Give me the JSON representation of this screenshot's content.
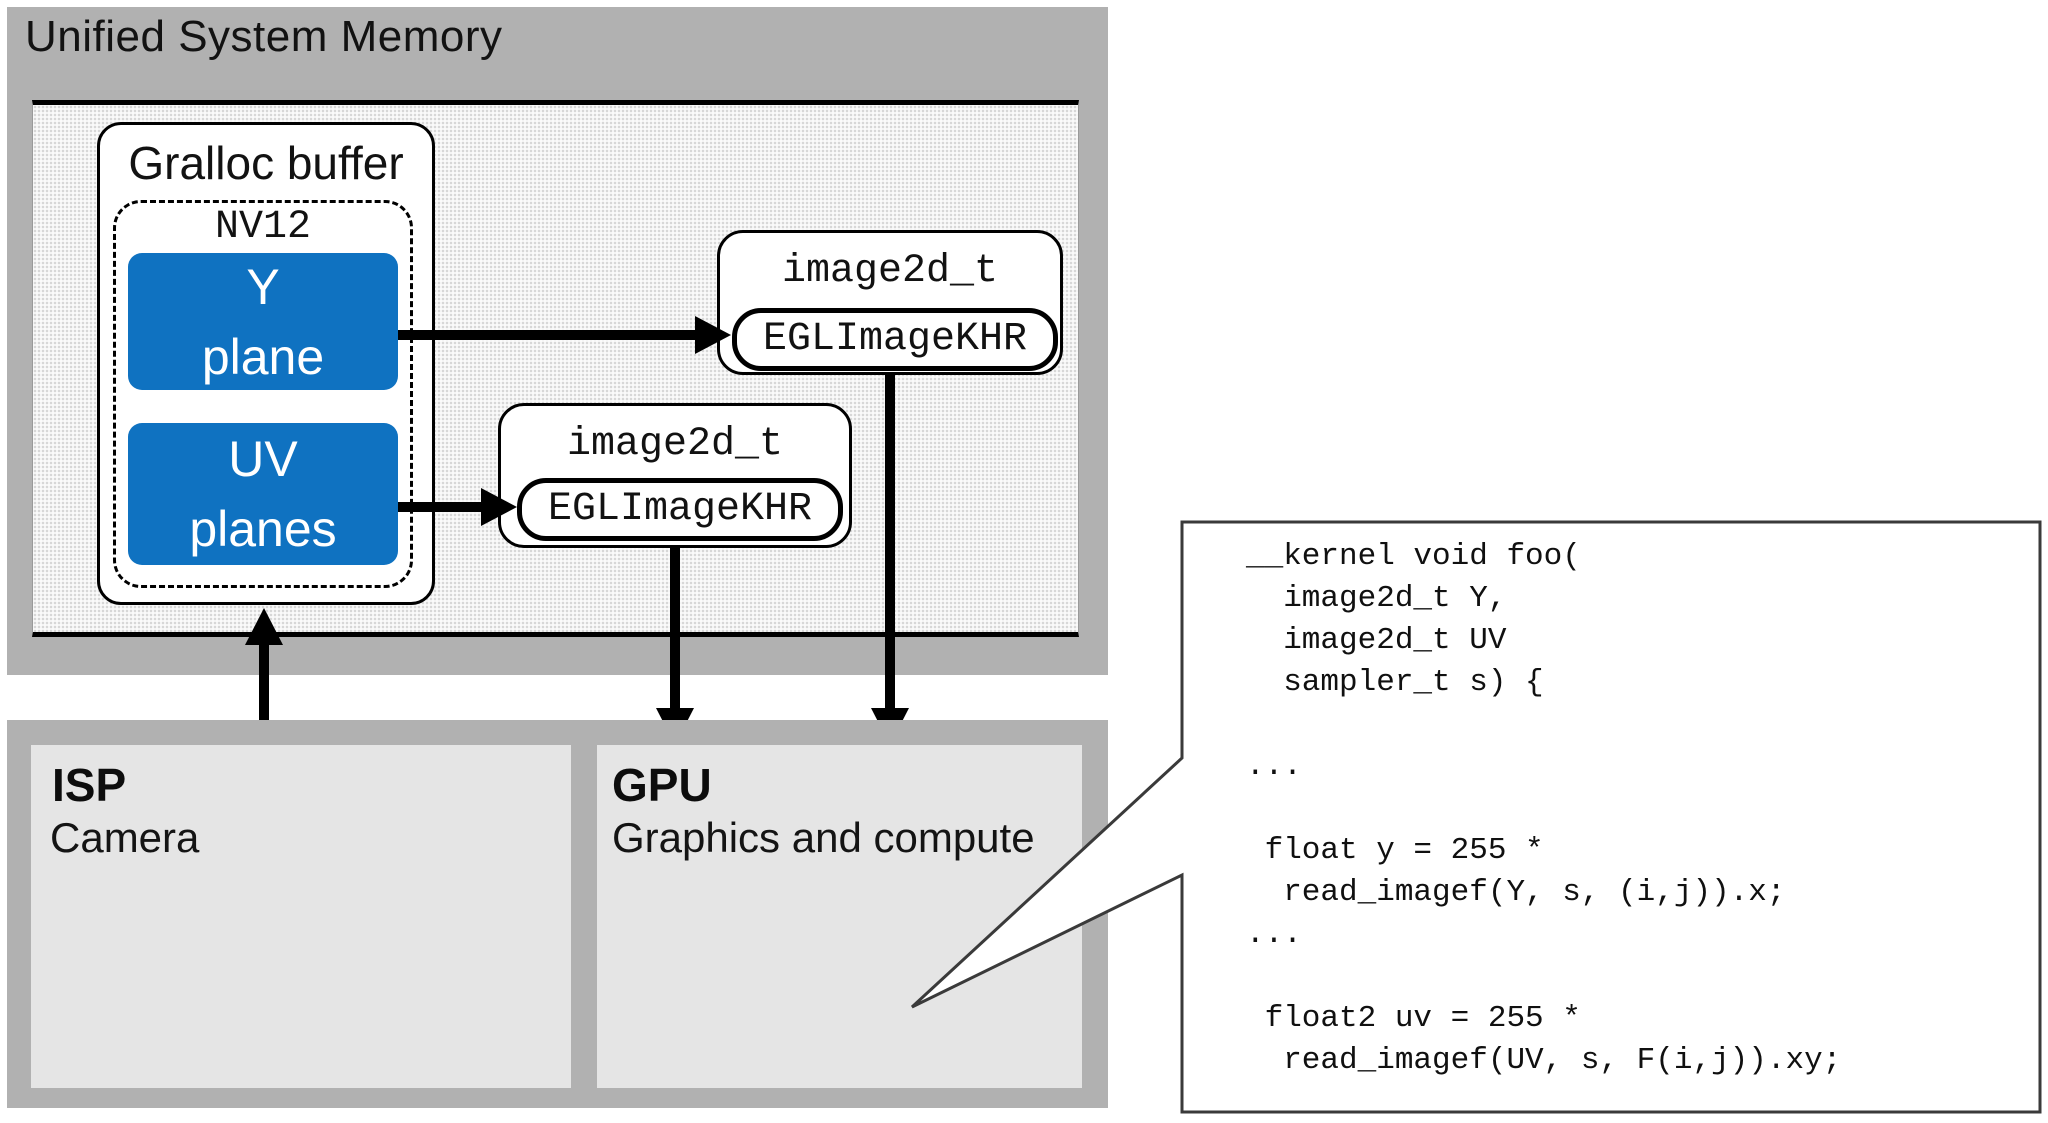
{
  "memory": {
    "title": "Unified System Memory"
  },
  "gralloc": {
    "label": "Gralloc buffer",
    "format_label": "NV12",
    "y_plane": {
      "line1": "Y",
      "line2": "plane"
    },
    "uv_planes": {
      "line1": "UV",
      "line2": "planes"
    }
  },
  "image2d_top": {
    "type_label": "image2d_t",
    "handle_label": "EGLImageKHR"
  },
  "image2d_bottom": {
    "type_label": "image2d_t",
    "handle_label": "EGLImageKHR"
  },
  "processors": {
    "isp": {
      "title": "ISP",
      "subtitle": "Camera"
    },
    "gpu": {
      "title": "GPU",
      "subtitle": "Graphics and compute"
    }
  },
  "code_callout": {
    "lines": [
      "__kernel void foo(",
      "  image2d_t Y,",
      "  image2d_t UV",
      "  sampler_t s) {",
      "",
      "...",
      "",
      " float y = 255 *",
      "  read_imagef(Y, s, (i,j)).x;",
      "...",
      "",
      " float2 uv = 255 *",
      "  read_imagef(UV, s, F(i,j)).xy;"
    ]
  },
  "colors": {
    "panel_gray": "#b1b1b1",
    "unit_box_gray": "#e5e5e5",
    "plane_blue": "#0f72c1",
    "arrow_black": "#000000",
    "callout_fill": "#ffffff",
    "callout_stroke": "#3a3a3a"
  }
}
